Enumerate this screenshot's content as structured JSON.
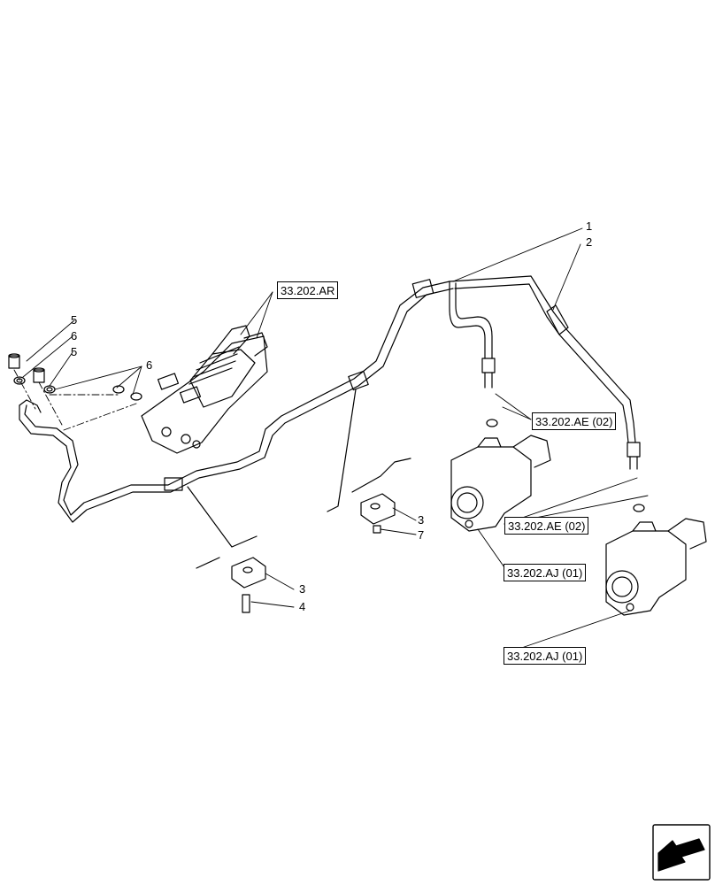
{
  "references": {
    "ar": "33.202.AR",
    "ae_a": "33.202.AE (02)",
    "ae_b": "33.202.AE (02)",
    "aj_a": "33.202.AJ (01)",
    "aj_b": "33.202.AJ (01)"
  },
  "callouts": {
    "c1": "1",
    "c2": "2",
    "c3a": "3",
    "c3b": "3",
    "c4": "4",
    "c5a": "5",
    "c5b": "5",
    "c6a": "6",
    "c6b": "6",
    "c7": "7"
  },
  "icons": {
    "nav": "arrow-icon"
  }
}
